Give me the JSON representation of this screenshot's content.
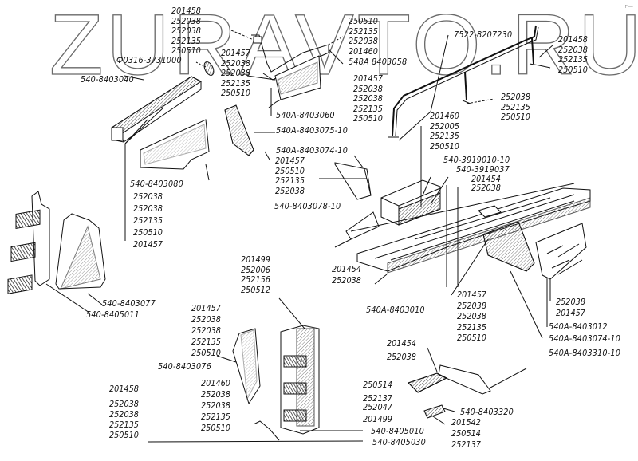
{
  "watermark": "ZURAVTO.RU",
  "corner_mark": "г—",
  "callouts": {
    "top_left_fasteners": [
      "201458",
      "252038",
      "252038",
      "252135",
      "250510"
    ],
    "lamp": "Ф0316-3731000",
    "rail_left": "540-8403040",
    "mid_fasteners_a": [
      "201457",
      "252038",
      "252038",
      "252135",
      "250510"
    ],
    "top_mid_fasteners": [
      "250510",
      "252135",
      "252038",
      "201460"
    ],
    "top_mid_part": "548А 8403058",
    "handrail": "7522-8207230",
    "handrail_right_fasteners": [
      "201458",
      "252038",
      "252135",
      "250510"
    ],
    "handrail_left_fasteners": [
      "201457",
      "252038",
      "252038",
      "252135",
      "250510"
    ],
    "handrail_mid_fasteners": [
      "252038",
      "252135",
      "250510"
    ],
    "part_8403060": "540А-8403060",
    "part_8403075": "540А-8403075-10",
    "part_8403074_top": "540А-8403074-10",
    "bracket_fasteners": [
      "201457",
      "250510",
      "252135",
      "252038"
    ],
    "part_8403078": "540-8403078-10",
    "battery_fasteners": [
      "201460",
      "252005",
      "252135",
      "250510"
    ],
    "battery_box": "540-3919010-10",
    "battery_cover": "540-3919037",
    "platform_top_fasteners": [
      "201454",
      "252038"
    ],
    "part_8403080": "540-8403080",
    "left_panel_fasteners": [
      "252038",
      "252038",
      "252135",
      "250510",
      "201457"
    ],
    "part_8403077": "540-8403077",
    "part_8405011": "540-8405011",
    "ladder_fasteners": [
      "201499",
      "252006",
      "252156",
      "250512"
    ],
    "platform_left_fasteners": [
      "201454",
      "252038"
    ],
    "platform": "540А-8403010",
    "platform_fasteners": [
      "201457",
      "252038",
      "252038",
      "252135",
      "250510"
    ],
    "right_panel_fasteners": [
      "252038",
      "201457"
    ],
    "part_8403012": "540А-8403012",
    "part_8403074_bottom": "540А-8403074-10",
    "part_8403310": "540А-8403310-10",
    "step_side_fasteners": [
      "201457",
      "252038",
      "252038",
      "252135",
      "250510"
    ],
    "part_8403076": "540-8403076",
    "bar_fasteners": [
      "201460",
      "252038",
      "252038",
      "252135",
      "250510"
    ],
    "bottom_left_fasteners": [
      "201458",
      "252038",
      "252038",
      "252135",
      "250510"
    ],
    "hinge_fasteners_top": [
      "201454",
      "252038"
    ],
    "hinge_fasteners": [
      "250514",
      "252137",
      "252047",
      "201499"
    ],
    "part_8403320": "540-8403320",
    "plate_fasteners": [
      "201542",
      "250514",
      "252137"
    ],
    "part_8405010": "540-8405010",
    "part_8405030": "540-8405030"
  }
}
